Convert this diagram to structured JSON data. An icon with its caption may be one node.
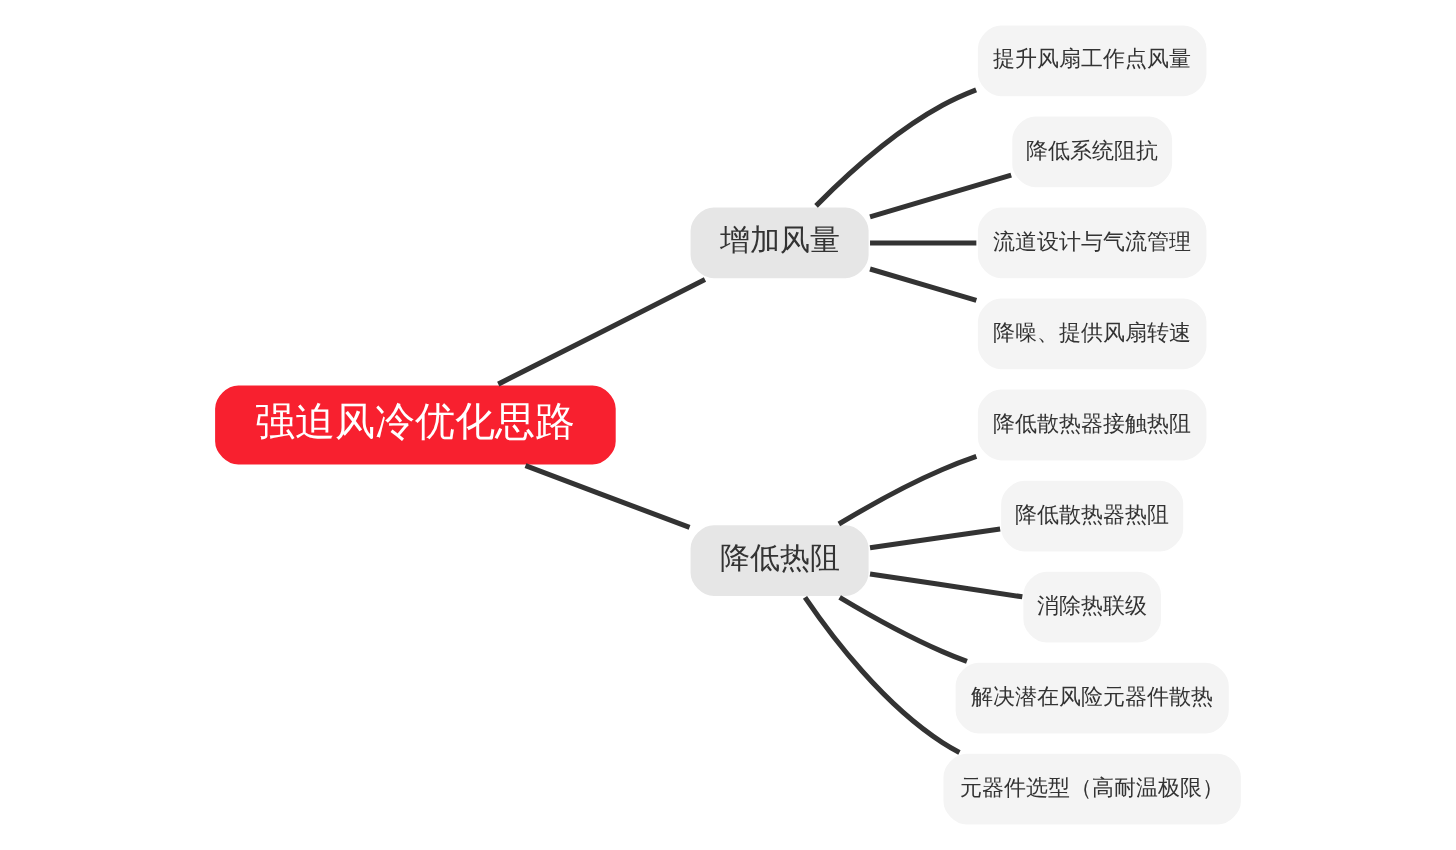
{
  "diagram": {
    "nodes": [
      {
        "text": [
          "强迫风冷优化思路"
        ]
      },
      {
        "text": [
          "增加风量"
        ]
      },
      {
        "text": [
          "降低热阻"
        ]
      },
      {
        "text": [
          "提升风扇工作点风量"
        ]
      },
      {
        "text": [
          "降低系统阻抗"
        ]
      },
      {
        "text": [
          "流道设计与气流管理"
        ]
      },
      {
        "text": [
          "降噪、提供风扇转速"
        ]
      },
      {
        "text": [
          "降低散热器接触热阻"
        ]
      },
      {
        "text": [
          "降低散热器热阻"
        ]
      },
      {
        "text": [
          "消除热联级"
        ]
      },
      {
        "text": [
          "解决潜在风险元器件散热"
        ]
      },
      {
        "text": [
          "元器件选型（高耐温极限）"
        ]
      }
    ],
    "edges": [
      {
        "from": 0,
        "to": 1,
        "arrow": "none"
      },
      {
        "from": 0,
        "to": 2,
        "arrow": "none"
      },
      {
        "from": 1,
        "to": 3,
        "arrow": "none"
      },
      {
        "from": 1,
        "to": 4,
        "arrow": "none"
      },
      {
        "from": 1,
        "to": 5,
        "arrow": "none"
      },
      {
        "from": 1,
        "to": 6,
        "arrow": "none"
      },
      {
        "from": 2,
        "to": 7,
        "arrow": "none"
      },
      {
        "from": 2,
        "to": 8,
        "arrow": "none"
      },
      {
        "from": 2,
        "to": 9,
        "arrow": "none"
      },
      {
        "from": 2,
        "to": 10,
        "arrow": "none"
      },
      {
        "from": 2,
        "to": 11,
        "arrow": "none"
      }
    ]
  }
}
